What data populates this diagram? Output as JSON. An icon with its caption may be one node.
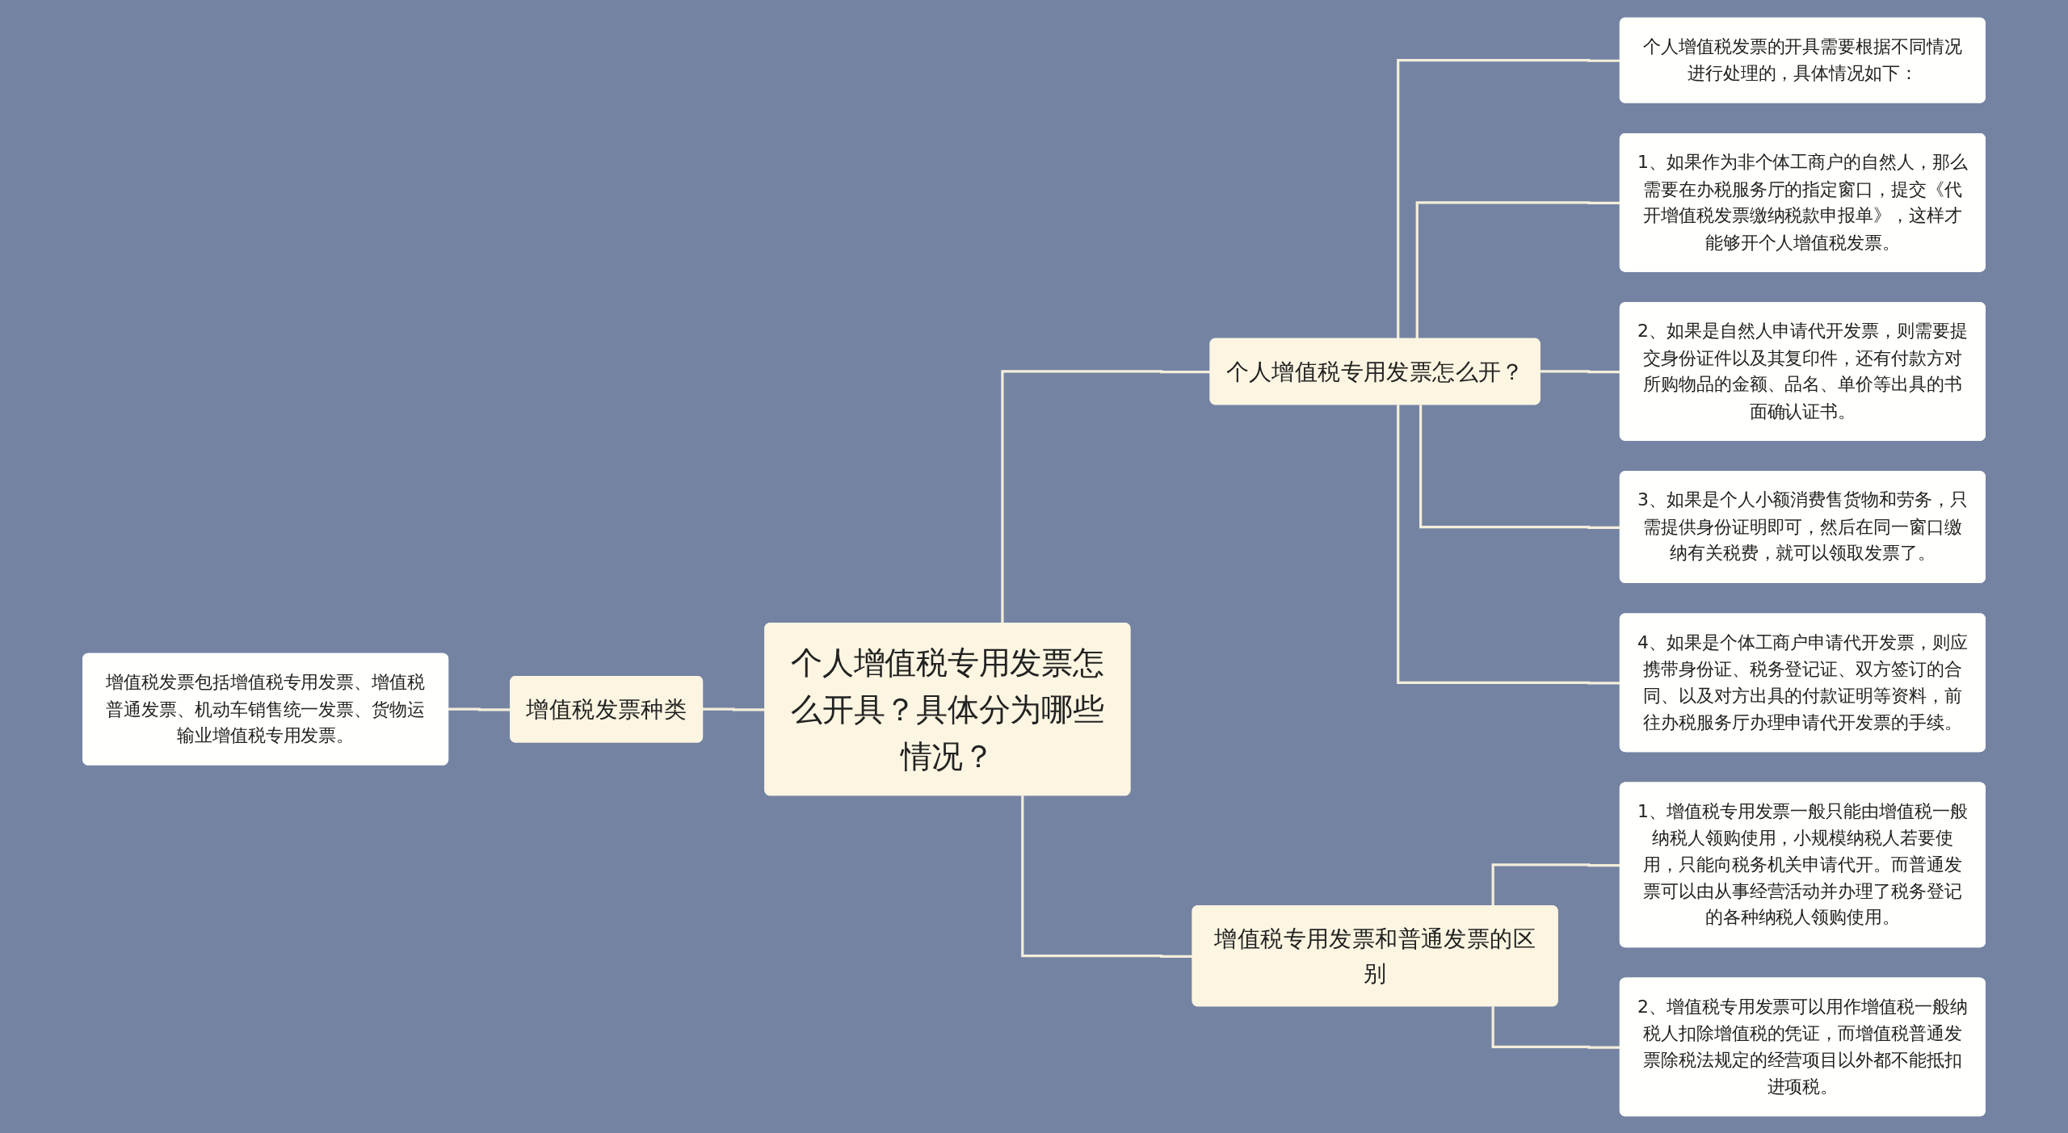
{
  "diagram": {
    "nodes": [
      {
        "text": [
          "个人增值税专用发票怎么开具？具体分为哪些情况？"
        ]
      },
      {
        "text": [
          "增值税发票种类"
        ]
      },
      {
        "text": [
          "增值税发票包括增值税专用发票、增值税普通发票、机动车销售统一发票、货物运输业增值税专用发票。"
        ]
      },
      {
        "text": [
          "个人增值税专用发票怎么开？"
        ]
      },
      {
        "text": [
          "个人增值税发票的开具需要根据不同情况进行处理的，具体情况如下："
        ]
      },
      {
        "text": [
          "1、如果作为非个体工商户的自然人，那么需要在办税服务厅的指定窗口，提交《代开增值税发票缴纳税款申报单》，这样才能够开个人增值税发票。"
        ]
      },
      {
        "text": [
          "2、如果是自然人申请代开发票，则需要提交身份证件以及其复印件，还有付款方对所购物品的金额、品名、单价等出具的书面确认证书。"
        ]
      },
      {
        "text": [
          "3、如果是个人小额消费售货物和劳务，只需提供身份证明即可，然后在同一窗口缴纳有关税费，就可以领取发票了。"
        ]
      },
      {
        "text": [
          "4、如果是个体工商户申请代开发票，则应携带身份证、税务登记证、双方签订的合同、以及对方出具的付款证明等资料，前往办税服务厅办理申请代开发票的手续。"
        ]
      },
      {
        "text": [
          "增值税专用发票和普通发票的区别"
        ]
      },
      {
        "text": [
          "1、增值税专用发票一般只能由增值税一般纳税人领购使用，小规模纳税人若要使用，只能向税务机关申请代开。而普通发票可以由从事经营活动并办理了税务登记的各种纳税人领购使用。"
        ]
      },
      {
        "text": [
          "2、增值税专用发票可以用作增值税一般纳税人扣除增值税的凭证，而增值税普通发票除税法规定的经营项目以外都不能抵扣进项税。"
        ]
      }
    ],
    "edges": [
      {
        "from": 2,
        "to": 1,
        "arrow": "none"
      },
      {
        "from": 1,
        "to": 0,
        "arrow": "none"
      },
      {
        "from": 0,
        "to": 3,
        "arrow": "none"
      },
      {
        "from": 3,
        "to": 4,
        "arrow": "none"
      },
      {
        "from": 3,
        "to": 5,
        "arrow": "none"
      },
      {
        "from": 3,
        "to": 6,
        "arrow": "none"
      },
      {
        "from": 3,
        "to": 7,
        "arrow": "none"
      },
      {
        "from": 3,
        "to": 8,
        "arrow": "none"
      },
      {
        "from": 0,
        "to": 9,
        "arrow": "none"
      },
      {
        "from": 9,
        "to": 10,
        "arrow": "none"
      },
      {
        "from": 9,
        "to": 11,
        "arrow": "none"
      }
    ]
  }
}
